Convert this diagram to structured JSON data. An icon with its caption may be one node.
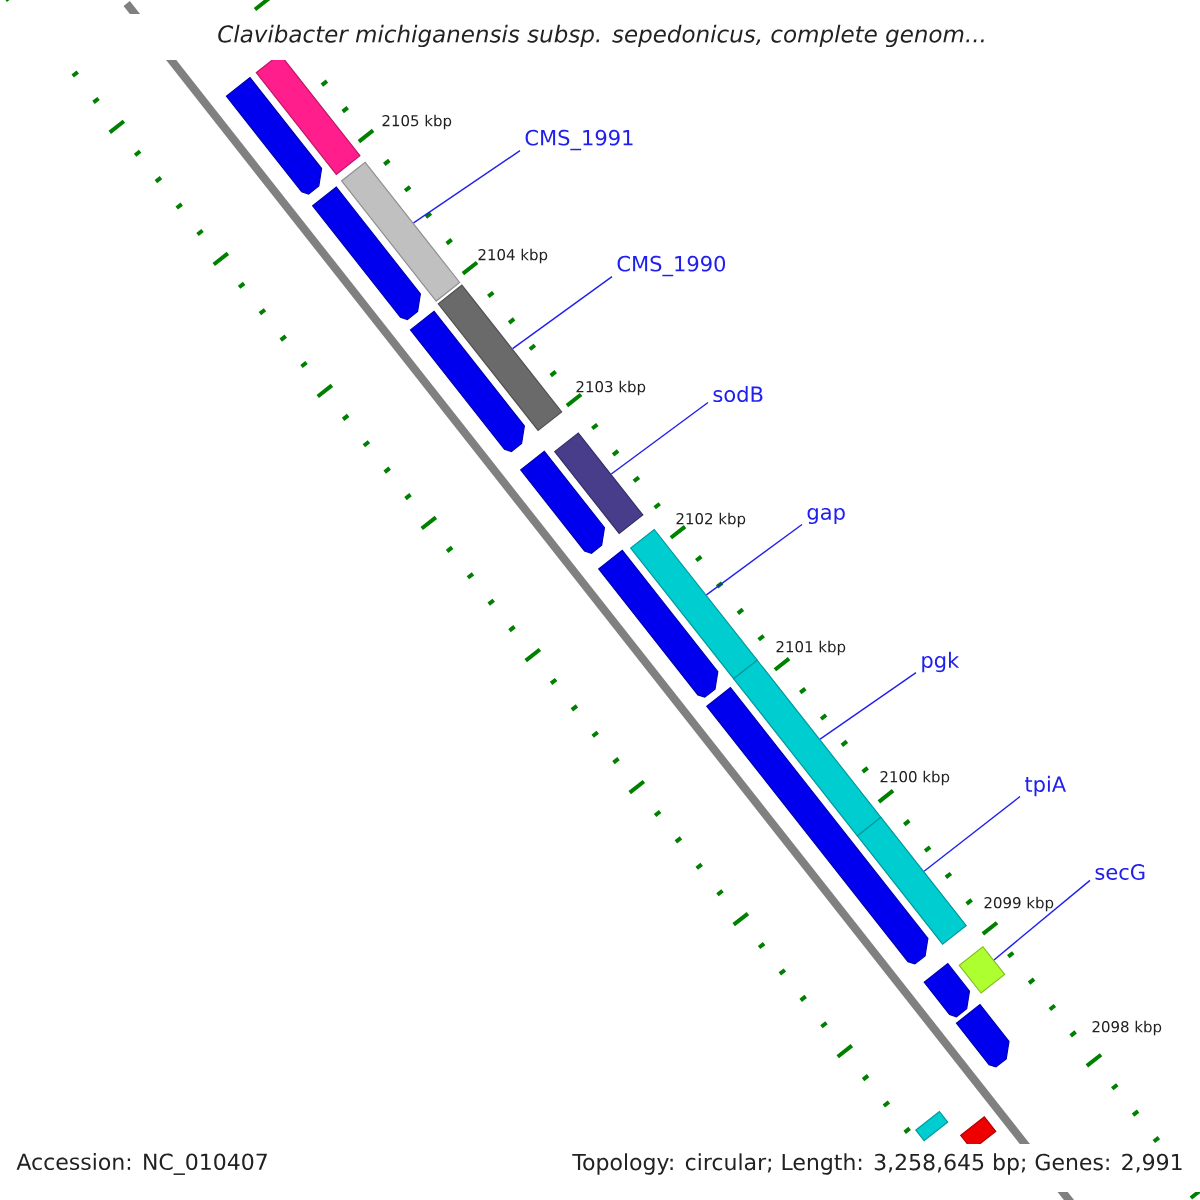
{
  "diagram": {
    "title": "*Clavibacter michiganensis* subsp. *sepedonicus*, complete genom...",
    "nodes": [
      {
        "text": [
          "CMS_1991"
        ]
      },
      {
        "text": [],
        "shape": "bar"
      },
      {
        "text": [
          "CMS_1990"
        ]
      },
      {
        "text": [],
        "shape": "bar"
      },
      {
        "text": [
          "sodB"
        ]
      },
      {
        "text": [],
        "shape": "bar"
      },
      {
        "text": [
          "gap"
        ]
      },
      {
        "text": [],
        "shape": "bar"
      },
      {
        "text": [
          "pgk"
        ]
      },
      {
        "text": [],
        "shape": "bar"
      },
      {
        "text": [
          "tpiA"
        ]
      },
      {
        "text": [],
        "shape": "bar"
      },
      {
        "text": [
          "secG"
        ]
      },
      {
        "text": [],
        "shape": "bar"
      },
      {
        "text": [],
        "shape": "bar"
      },
      {
        "text": [],
        "shape": "pentagon"
      },
      {
        "text": [],
        "shape": "pentagon"
      },
      {
        "text": [],
        "shape": "pentagon"
      },
      {
        "text": [],
        "shape": "pentagon"
      },
      {
        "text": [],
        "shape": "pentagon"
      },
      {
        "text": [],
        "shape": "pentagon"
      },
      {
        "text": [],
        "shape": "pentagon"
      },
      {
        "text": [],
        "shape": "pentagon"
      },
      {
        "text": [],
        "shape": "bar"
      },
      {
        "text": [],
        "shape": "bar"
      }
    ],
    "edges": [
      {
        "from": 0,
        "to": 1,
        "arrow": "none"
      },
      {
        "from": 2,
        "to": 3,
        "arrow": "none"
      },
      {
        "from": 4,
        "to": 5,
        "arrow": "none"
      },
      {
        "from": 6,
        "to": 7,
        "arrow": "none"
      },
      {
        "from": 8,
        "to": 9,
        "arrow": "none"
      },
      {
        "from": 10,
        "to": 11,
        "arrow": "none"
      },
      {
        "from": 12,
        "to": 13,
        "arrow": "none"
      }
    ],
    "labels": [
      "2105 kbp",
      "2104 kbp",
      "2103 kbp",
      "2102 kbp",
      "2101 kbp",
      "2100 kbp",
      "2099 kbp",
      "2098 kbp",
      "Accession: NC_010407",
      "Topology: circular; Length: 3,258,645 bp; Genes: 2,991"
    ]
  }
}
